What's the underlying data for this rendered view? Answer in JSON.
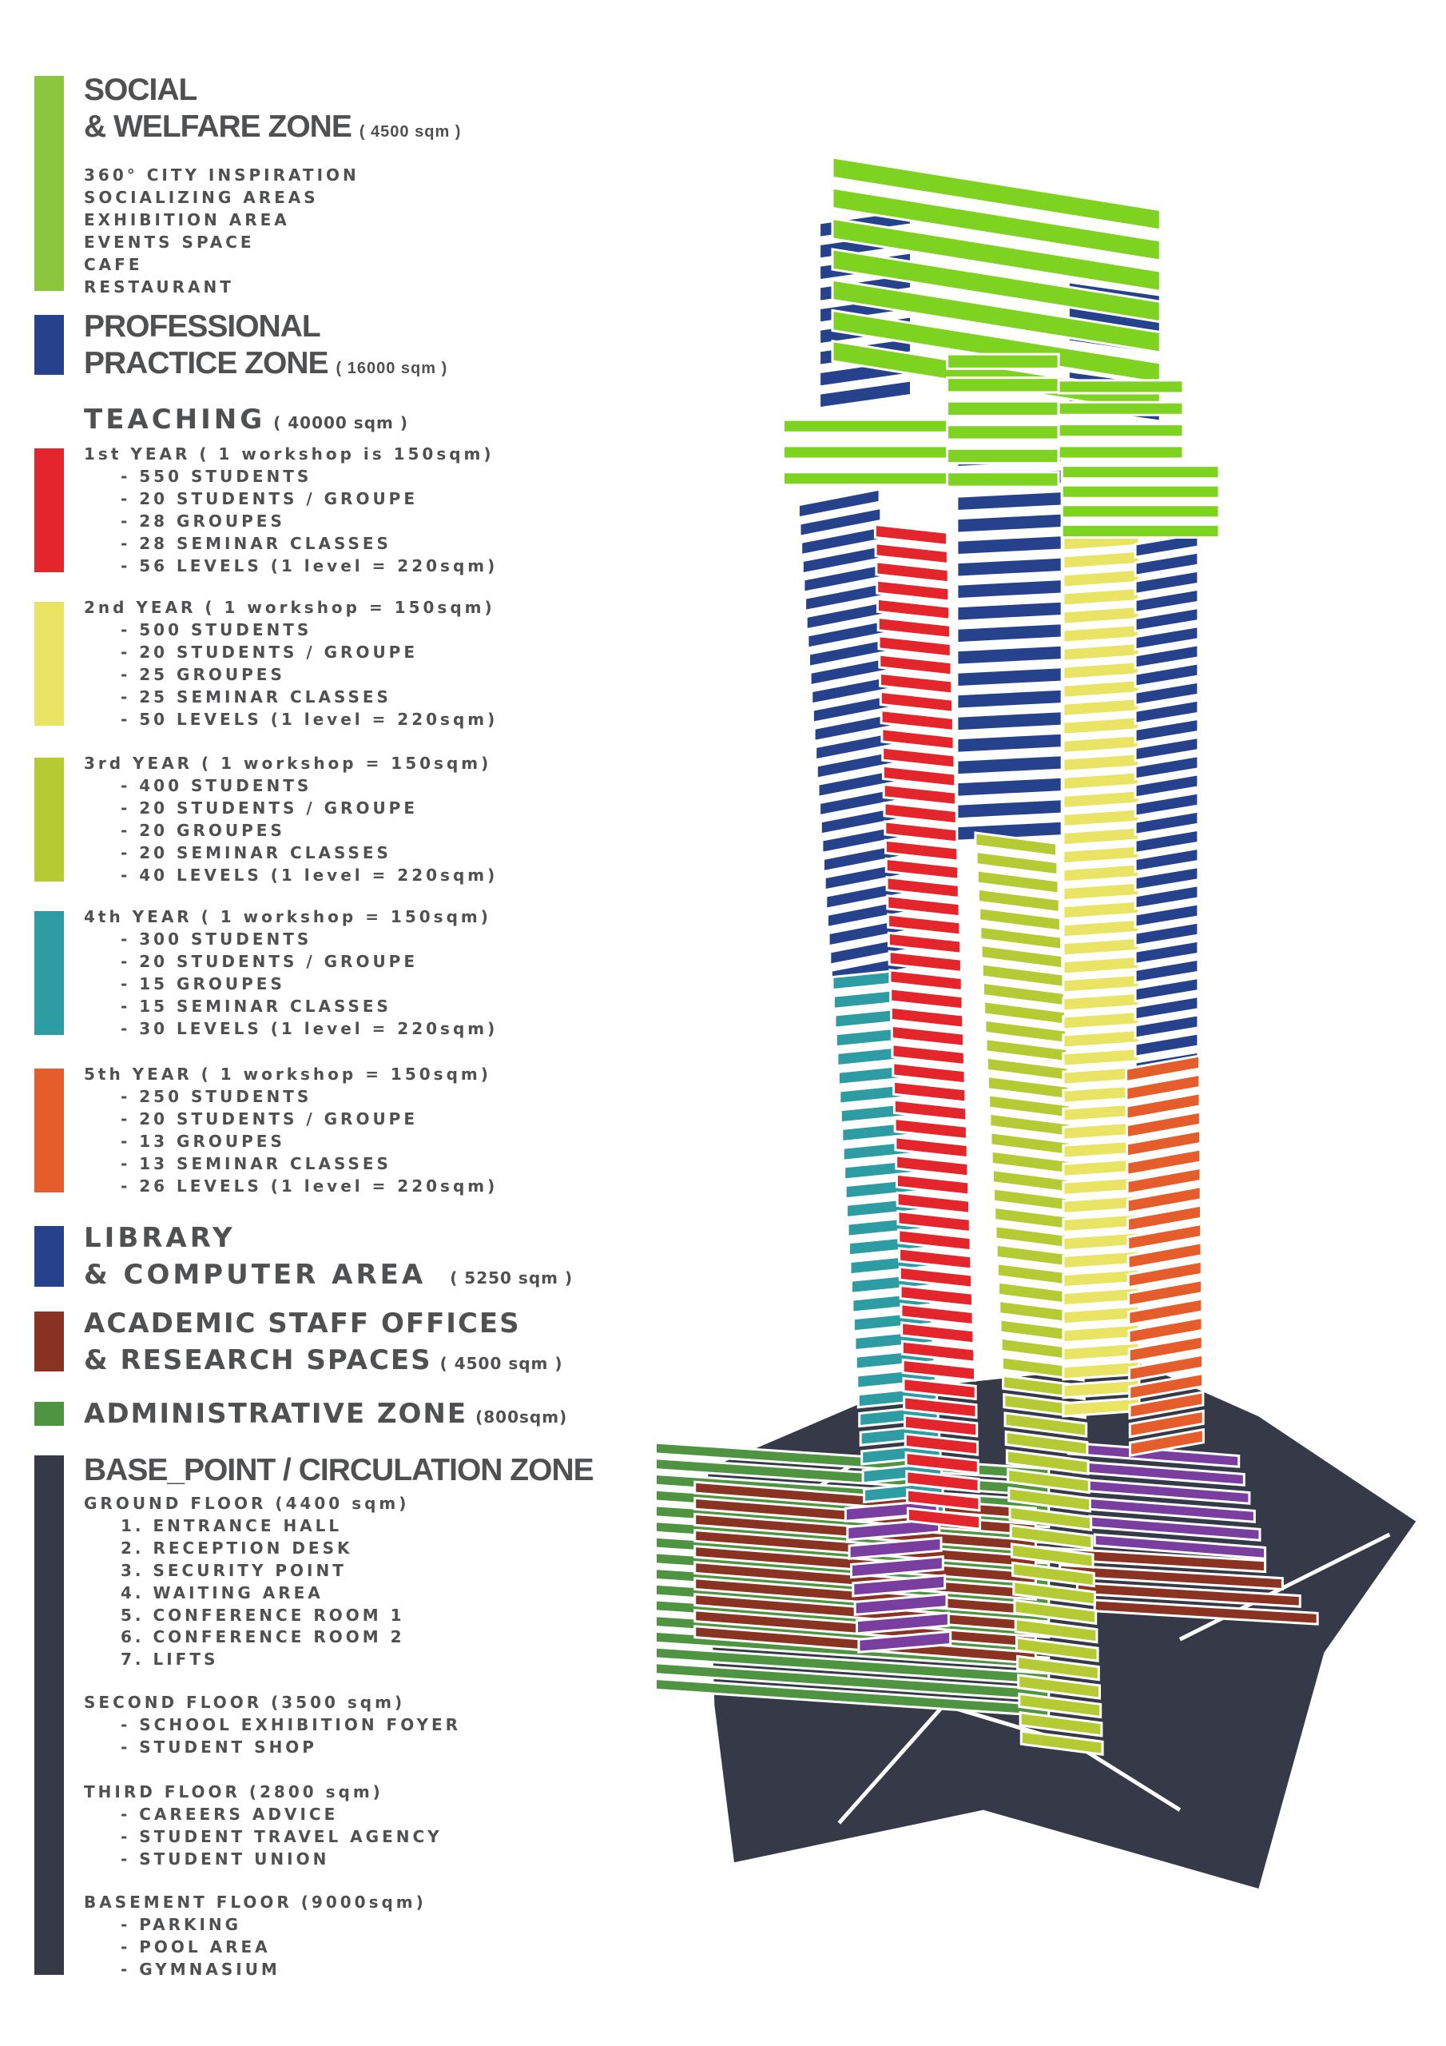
{
  "colors": {
    "social": "#8cc63f",
    "professional": "#27428c",
    "year1": "#e4262c",
    "year2": "#e9e463",
    "year3": "#b5cb34",
    "year4": "#2e9da3",
    "year5": "#e45d2a",
    "library": "#27428c",
    "academic": "#8b3323",
    "admin": "#4f9440",
    "base": "#363a48",
    "top_green": "#7ed321",
    "purple": "#7a3ea0",
    "text": "#4f5052"
  },
  "social": {
    "title1": "SOCIAL",
    "title2": "& WELFARE ZONE",
    "area": "( 4500 sqm )",
    "items": [
      "360° CITY INSPIRATION",
      "SOCIALIZING AREAS",
      "EXHIBITION AREA",
      "EVENTS SPACE",
      "CAFE",
      "RESTAURANT"
    ]
  },
  "professional": {
    "title1": "PROFESSIONAL",
    "title2": "PRACTICE ZONE",
    "area": "( 16000 sqm )"
  },
  "teaching": {
    "title": "TEACHING",
    "area": "( 40000 sqm )",
    "years": [
      {
        "head": "1st YEAR ( 1 workshop is 150sqm)",
        "lines": [
          "- 550 STUDENTS",
          "- 20 STUDENTS / GROUPE",
          "- 28 GROUPES",
          "- 28 SEMINAR CLASSES",
          "- 56 LEVELS (1 level = 220sqm)"
        ]
      },
      {
        "head": "2nd YEAR ( 1 workshop = 150sqm)",
        "lines": [
          "- 500 STUDENTS",
          "- 20 STUDENTS / GROUPE",
          "- 25 GROUPES",
          "- 25 SEMINAR CLASSES",
          "- 50 LEVELS (1 level = 220sqm)"
        ]
      },
      {
        "head": "3rd YEAR ( 1 workshop = 150sqm)",
        "lines": [
          "- 400 STUDENTS",
          "- 20 STUDENTS / GROUPE",
          "- 20 GROUPES",
          "- 20 SEMINAR CLASSES",
          "- 40 LEVELS (1 level = 220sqm)"
        ]
      },
      {
        "head": "4th YEAR ( 1 workshop = 150sqm)",
        "lines": [
          "- 300 STUDENTS",
          "- 20 STUDENTS / GROUPE",
          "- 15 GROUPES",
          "- 15 SEMINAR CLASSES",
          "- 30 LEVELS (1 level = 220sqm)"
        ]
      },
      {
        "head": "5th YEAR ( 1 workshop = 150sqm)",
        "lines": [
          "- 250 STUDENTS",
          "- 20 STUDENTS / GROUPE",
          "- 13 GROUPES",
          "- 13 SEMINAR CLASSES",
          "- 26 LEVELS (1 level = 220sqm)"
        ]
      }
    ]
  },
  "library": {
    "title1": "LIBRARY",
    "title2": "& COMPUTER AREA",
    "area": "( 5250 sqm )"
  },
  "academic": {
    "title1": "ACADEMIC STAFF OFFICES",
    "title2": "& RESEARCH SPACES",
    "area": "( 4500 sqm )"
  },
  "admin": {
    "title": "ADMINISTRATIVE ZONE",
    "area": "(800sqm)"
  },
  "base": {
    "title": "BASE_POINT  / CIRCULATION ZONE",
    "floors": [
      {
        "head": "GROUND FLOOR (4400 sqm)",
        "lines": [
          "1. ENTRANCE HALL",
          "2. RECEPTION DESK",
          "3. SECURITY POINT",
          "4. WAITING AREA",
          "5. CONFERENCE ROOM 1",
          "6. CONFERENCE ROOM 2",
          "7. LIFTS"
        ]
      },
      {
        "head": "SECOND FLOOR (3500 sqm)",
        "lines": [
          "- SCHOOL EXHIBITION FOYER",
          "- STUDENT SHOP"
        ]
      },
      {
        "head": "THIRD FLOOR  (2800 sqm)",
        "lines": [
          "- CAREERS ADVICE",
          "- STUDENT TRAVEL AGENCY",
          "- STUDENT UNION"
        ]
      },
      {
        "head": "BASEMENT FLOOR (9000sqm)",
        "lines": [
          "- PARKING",
          "- POOL AREA",
          "- GYMNASIUM"
        ]
      }
    ]
  }
}
